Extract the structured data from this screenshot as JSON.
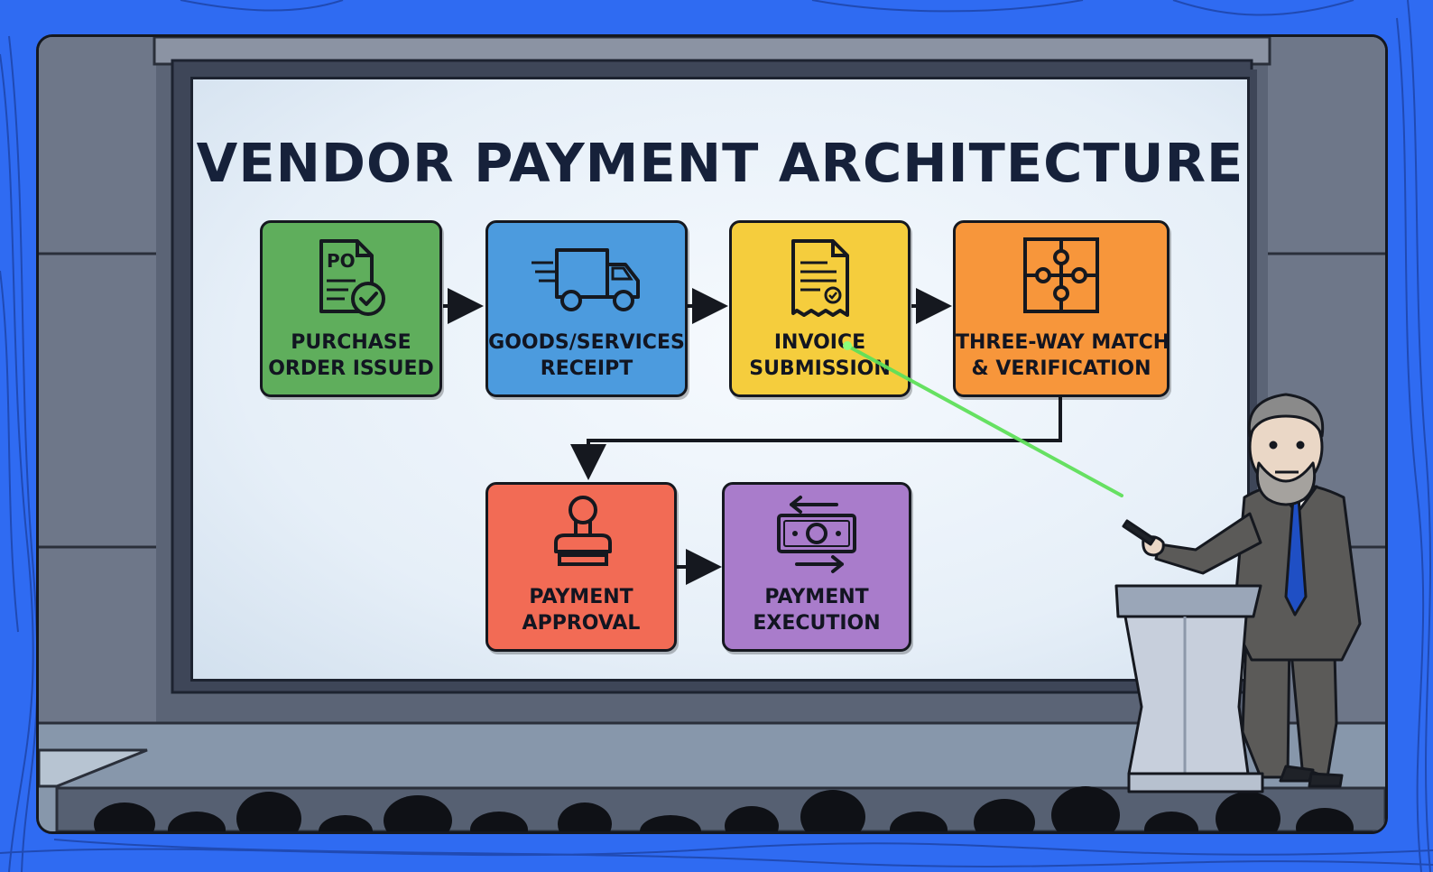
{
  "slide": {
    "title": "VENDOR PAYMENT ARCHITECTURE"
  },
  "steps": [
    {
      "label_line1": "PURCHASE",
      "label_line2": "ORDER ISSUED",
      "color": "#5fae5c",
      "icon": "purchase-order-document-icon",
      "icon_text": "PO"
    },
    {
      "label_line1": "GOODS/SERVICES",
      "label_line2": "RECEIPT",
      "color": "#4c9bde",
      "icon": "delivery-truck-icon"
    },
    {
      "label_line1": "INVOICE",
      "label_line2": "SUBMISSION",
      "color": "#f5cd3d",
      "icon": "invoice-receipt-icon"
    },
    {
      "label_line1": "THREE-WAY MATCH",
      "label_line2": "& VERIFICATION",
      "color": "#f7963b",
      "icon": "puzzle-icon"
    },
    {
      "label_line1": "PAYMENT",
      "label_line2": "APPROVAL",
      "color": "#f26b55",
      "icon": "approval-stamp-icon"
    },
    {
      "label_line1": "PAYMENT",
      "label_line2": "EXECUTION",
      "color": "#a97ccb",
      "icon": "money-transfer-icon"
    }
  ],
  "colors": {
    "background": "#2f6bf2",
    "laser": "#5fe05a",
    "suit": "#5b5a58",
    "tie": "#1f4fc4"
  }
}
